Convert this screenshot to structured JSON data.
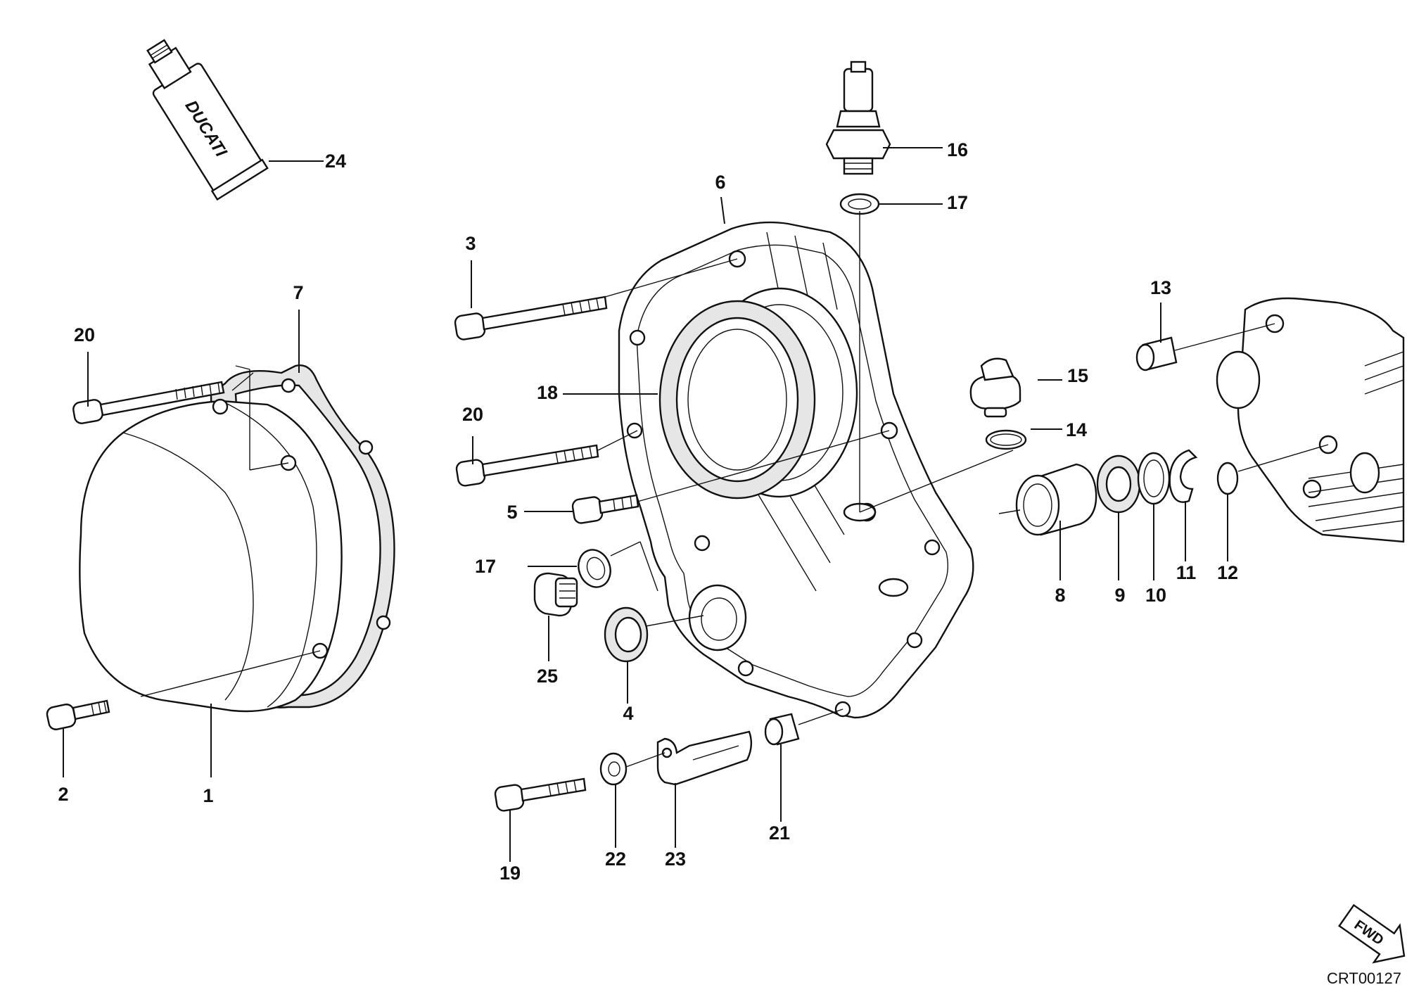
{
  "diagram": {
    "callouts": [
      "1",
      "2",
      "3",
      "4",
      "5",
      "6",
      "7",
      "8",
      "9",
      "10",
      "11",
      "12",
      "13",
      "14",
      "15",
      "16",
      "17",
      "17",
      "18",
      "19",
      "20",
      "20",
      "21",
      "22",
      "23",
      "24",
      "25"
    ],
    "tube_brand": "DUCATI",
    "fwd_badge": "FWD",
    "drawing_code": "CRT00127"
  }
}
